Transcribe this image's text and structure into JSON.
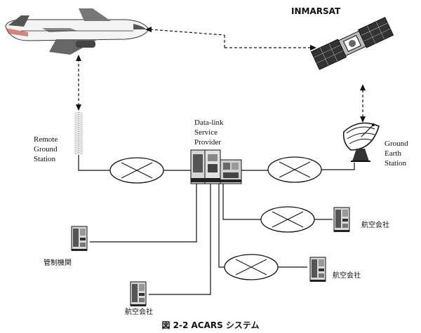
{
  "satellite_label": "INMARSAT",
  "remote_ground_station": {
    "l1": "Remote",
    "l2": "Ground",
    "l3": "Station"
  },
  "data_link_provider": {
    "l1": "Data-link",
    "l2": "Service",
    "l3": "Provider"
  },
  "ground_earth_station": {
    "l1": "Ground",
    "l2": "Earth",
    "l3": "Station"
  },
  "atc_label": "管制機関",
  "airline_label_1": "航空会社",
  "airline_label_2": "航空会社",
  "airline_label_3": "航空会社",
  "caption": "図 2-2 ACARS システム"
}
